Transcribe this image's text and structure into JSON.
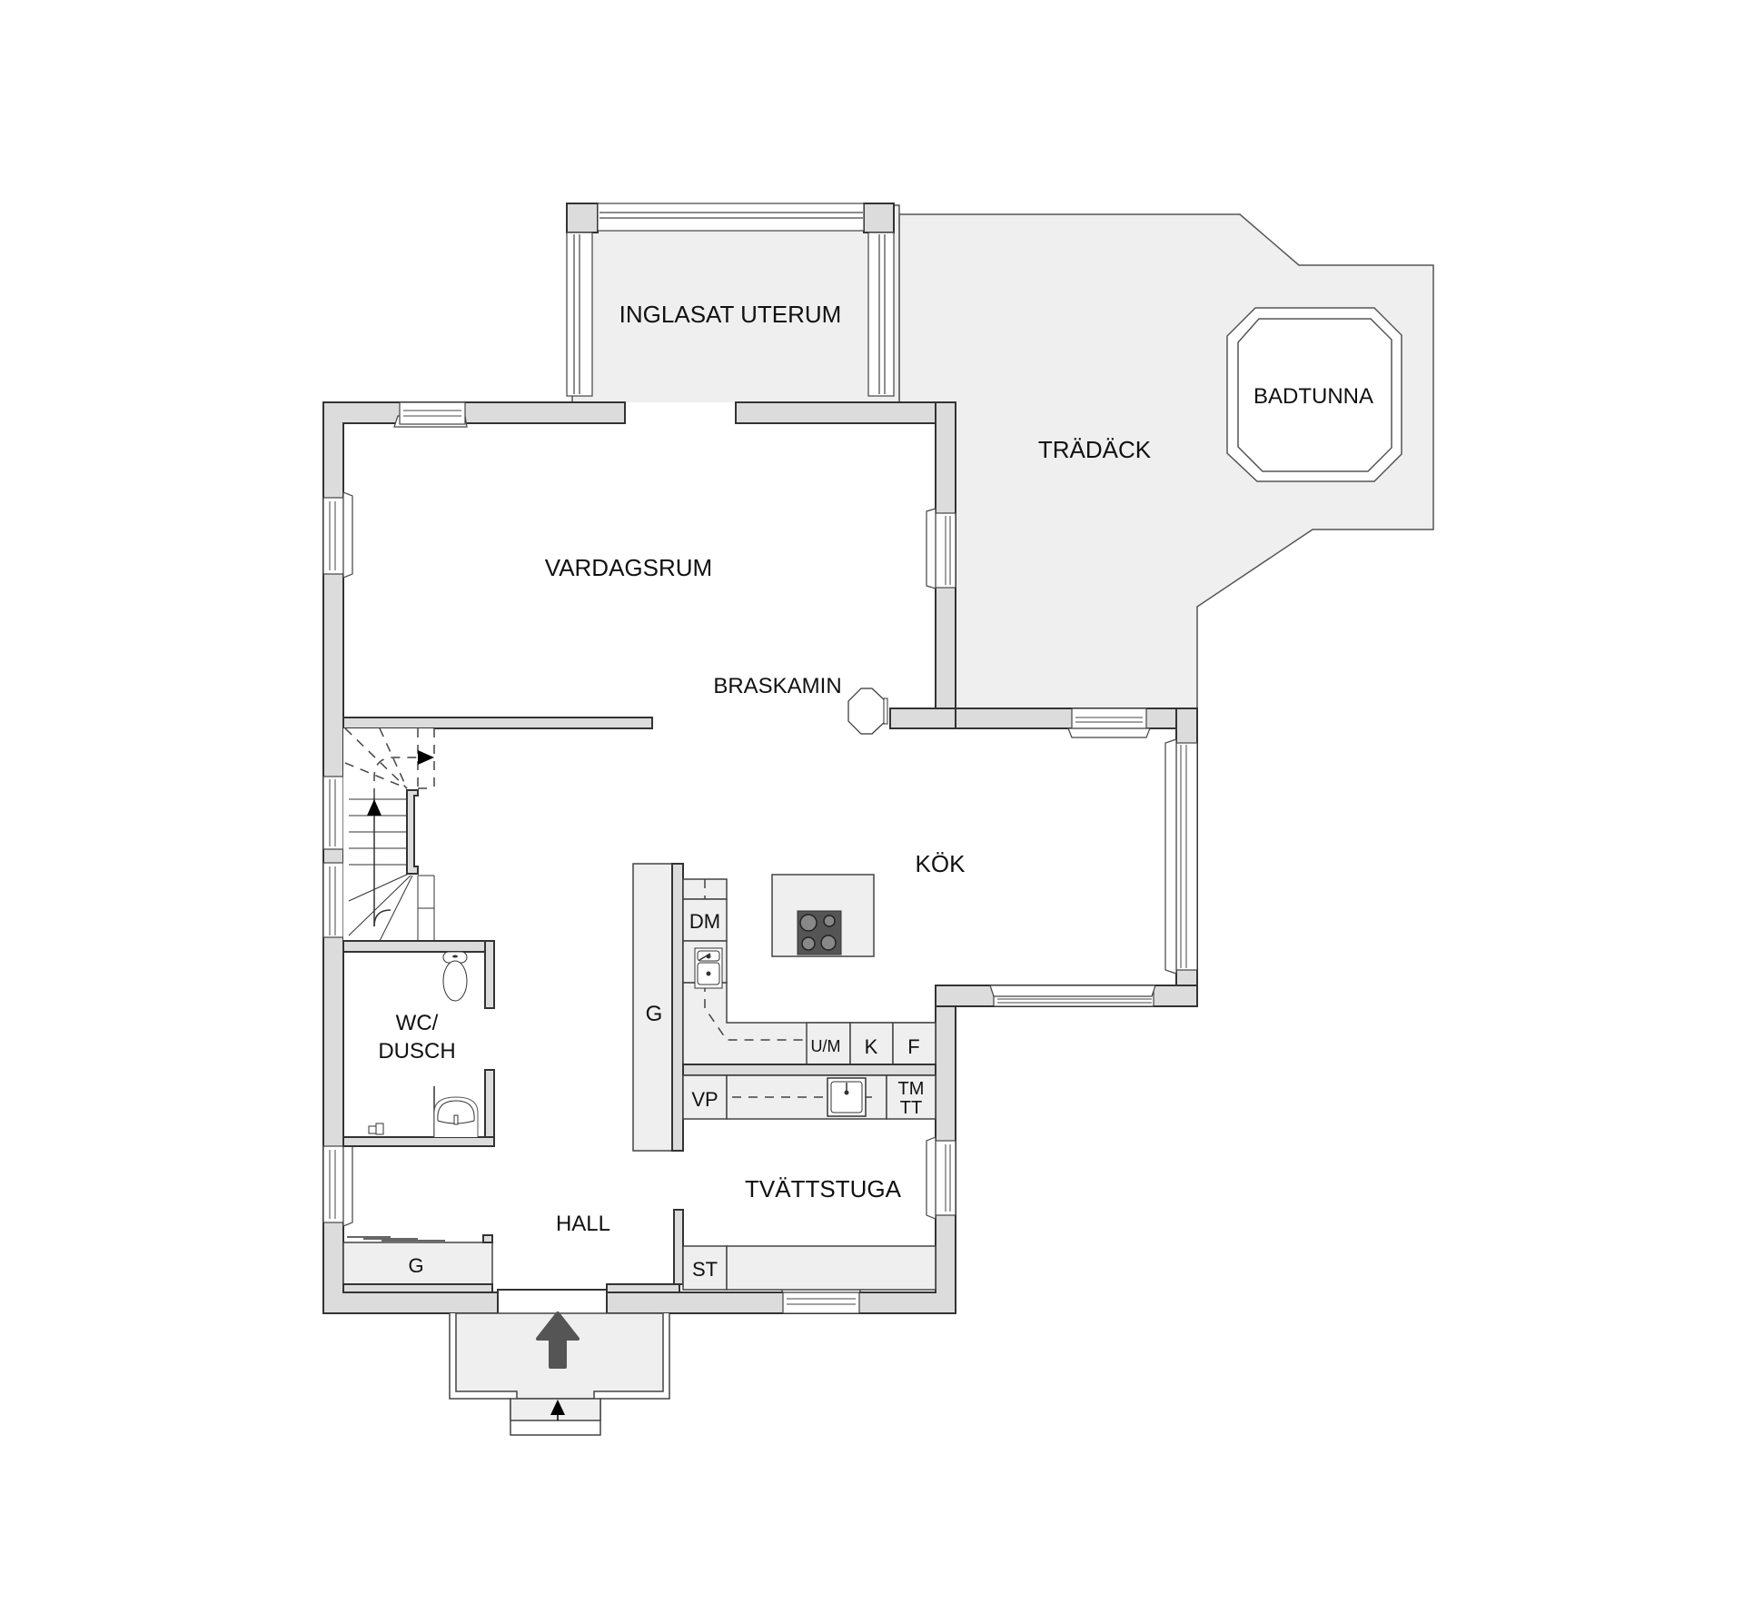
{
  "plan": {
    "colors": {
      "wall": "#dcdcdc",
      "outdoor": "#efefef",
      "interior": "#ffffff",
      "line": "#333333",
      "entry_arrow": "#555555",
      "stove": "#555555"
    },
    "rooms": {
      "uterum": "INGLASAT UTERUM",
      "tradack": "TRÄDÄCK",
      "badtunna": "BADTUNNA",
      "vardagsrum": "VARDAGSRUM",
      "braskamin": "BRASKAMIN",
      "kok": "KÖK",
      "wc_line1": "WC/",
      "wc_line2": "DUSCH",
      "hall": "HALL",
      "tvattstuga": "TVÄTTSTUGA"
    },
    "fixtures": {
      "dm": "DM",
      "g_kitchen": "G",
      "um": "U/M",
      "k": "K",
      "f": "F",
      "vp": "VP",
      "tm": "TM",
      "tt": "TT",
      "st": "ST",
      "g_hall": "G"
    }
  }
}
